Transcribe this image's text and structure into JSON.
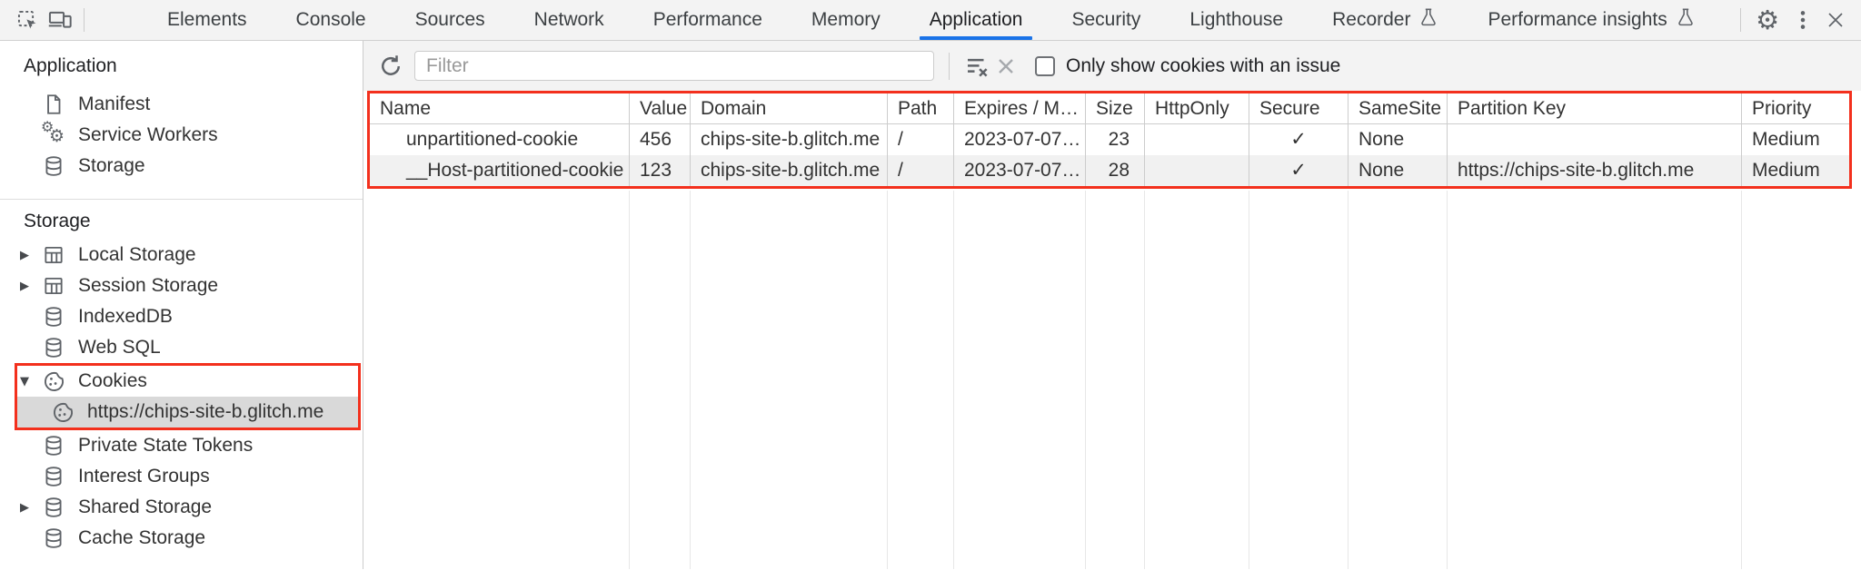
{
  "colors": {
    "accent_blue": "#1a73e8",
    "annotation_red": "#f3301d",
    "selected_item_bg": "#d9d9d9"
  },
  "icons": {
    "settings": "⚙"
  },
  "tabbar": {
    "tabs": [
      "Elements",
      "Console",
      "Sources",
      "Network",
      "Performance",
      "Memory",
      "Application",
      "Security",
      "Lighthouse",
      "Recorder",
      "Performance insights"
    ],
    "selected": "Application"
  },
  "sidebar": {
    "sections": [
      {
        "title": "Application",
        "items": [
          {
            "label": "Manifest"
          },
          {
            "label": "Service Workers"
          },
          {
            "label": "Storage"
          }
        ]
      },
      {
        "title": "Storage",
        "items": [
          {
            "label": "Local Storage",
            "expander": "▶"
          },
          {
            "label": "Session Storage",
            "expander": "▶"
          },
          {
            "label": "IndexedDB",
            "expander": ""
          },
          {
            "label": "Web SQL",
            "expander": ""
          },
          {
            "label": "Cookies",
            "expander": "▼"
          },
          {
            "label": "https://chips-site-b.glitch.me",
            "expander": ""
          },
          {
            "label": "Private State Tokens",
            "expander": ""
          },
          {
            "label": "Interest Groups",
            "expander": ""
          },
          {
            "label": "Shared Storage",
            "expander": "▶"
          },
          {
            "label": "Cache Storage",
            "expander": ""
          }
        ]
      }
    ]
  },
  "filterbar": {
    "placeholder": "Filter",
    "checkbox_label": "Only show cookies with an issue"
  },
  "table": {
    "columns": [
      "Name",
      "Value",
      "Domain",
      "Path",
      "Expires / M…",
      "Size",
      "HttpOnly",
      "Secure",
      "SameSite",
      "Partition Key",
      "Priority"
    ],
    "rows": [
      {
        "name": "unpartitioned-cookie",
        "value": "456",
        "domain": "chips-site-b.glitch.me",
        "path": "/",
        "expires": "2023-07-07…",
        "size": "23",
        "http_only": "",
        "secure": "✓",
        "same_site": "None",
        "partition_key": "",
        "priority": "Medium"
      },
      {
        "name": "__Host-partitioned-cookie",
        "value": "123",
        "domain": "chips-site-b.glitch.me",
        "path": "/",
        "expires": "2023-07-07…",
        "size": "28",
        "http_only": "",
        "secure": "✓",
        "same_site": "None",
        "partition_key": "https://chips-site-b.glitch.me",
        "priority": "Medium"
      }
    ]
  }
}
